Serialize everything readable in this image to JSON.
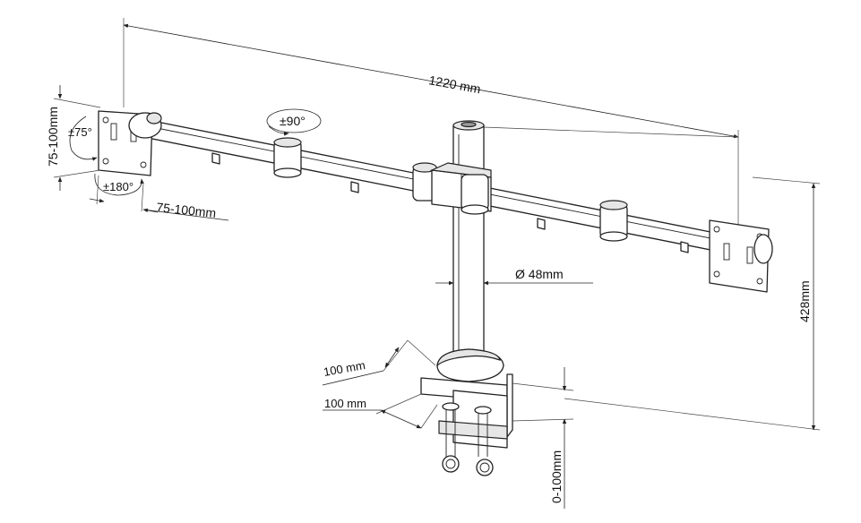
{
  "dimensions": {
    "total_width": "1220 mm",
    "vesa_vertical": "75-100mm",
    "vesa_horizontal": "75-100mm",
    "tilt": "±75°",
    "rotate": "±180°",
    "swivel": "±90°",
    "pole_diameter": "Ø 48mm",
    "height": "428mm",
    "base_depth": "100 mm",
    "base_width": "100 mm",
    "clamp_range": "0-100mm"
  }
}
